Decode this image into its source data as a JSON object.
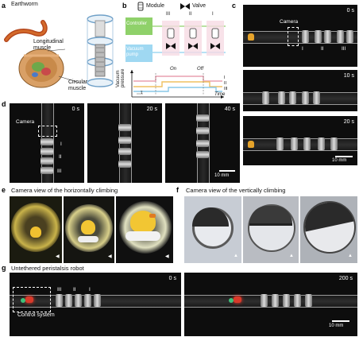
{
  "panel_a": {
    "letter": "a",
    "earthworm": "Earthworm",
    "longitudinal": "Longitudinal muscle",
    "circular": "Circular muscle"
  },
  "panel_b": {
    "letter": "b",
    "module": "Module",
    "valve": "Valve",
    "controller": "Controller",
    "vacuum_pump": "Vacuum pump",
    "module_labels": [
      "III",
      "II",
      "I"
    ],
    "ylabel": "Vacuum pressure",
    "xlabel": "Time",
    "on": "On",
    "off": "Off",
    "tau": "τ",
    "trace_labels": [
      "I",
      "II",
      "III"
    ]
  },
  "panel_c": {
    "letter": "c",
    "times": [
      "0 s",
      "10 s",
      "20 s"
    ],
    "camera": "Camera",
    "segments": [
      "I",
      "II",
      "III"
    ],
    "scale": "10 mm"
  },
  "panel_d": {
    "letter": "d",
    "times": [
      "0 s",
      "20 s",
      "40 s"
    ],
    "camera": "Camera",
    "segments": [
      "I",
      "II",
      "III"
    ],
    "scale": "10 mm"
  },
  "panel_e": {
    "letter": "e",
    "title": "Camera view of the horizontally climbing"
  },
  "panel_f": {
    "letter": "f",
    "title": "Camera view of the vertically climbing"
  },
  "panel_g": {
    "letter": "g",
    "title": "Untethered peristalsis robot",
    "times": [
      "0 s",
      "200 s"
    ],
    "segments": [
      "III",
      "II",
      "I"
    ],
    "control": "Control system",
    "scale": "10 mm"
  },
  "colors": {
    "controller_green": "#8fd16a",
    "pump_blue": "#9fd8f2",
    "trace_I": "#e8a0b0",
    "trace_II": "#f0c060",
    "trace_III": "#88c8e8"
  }
}
